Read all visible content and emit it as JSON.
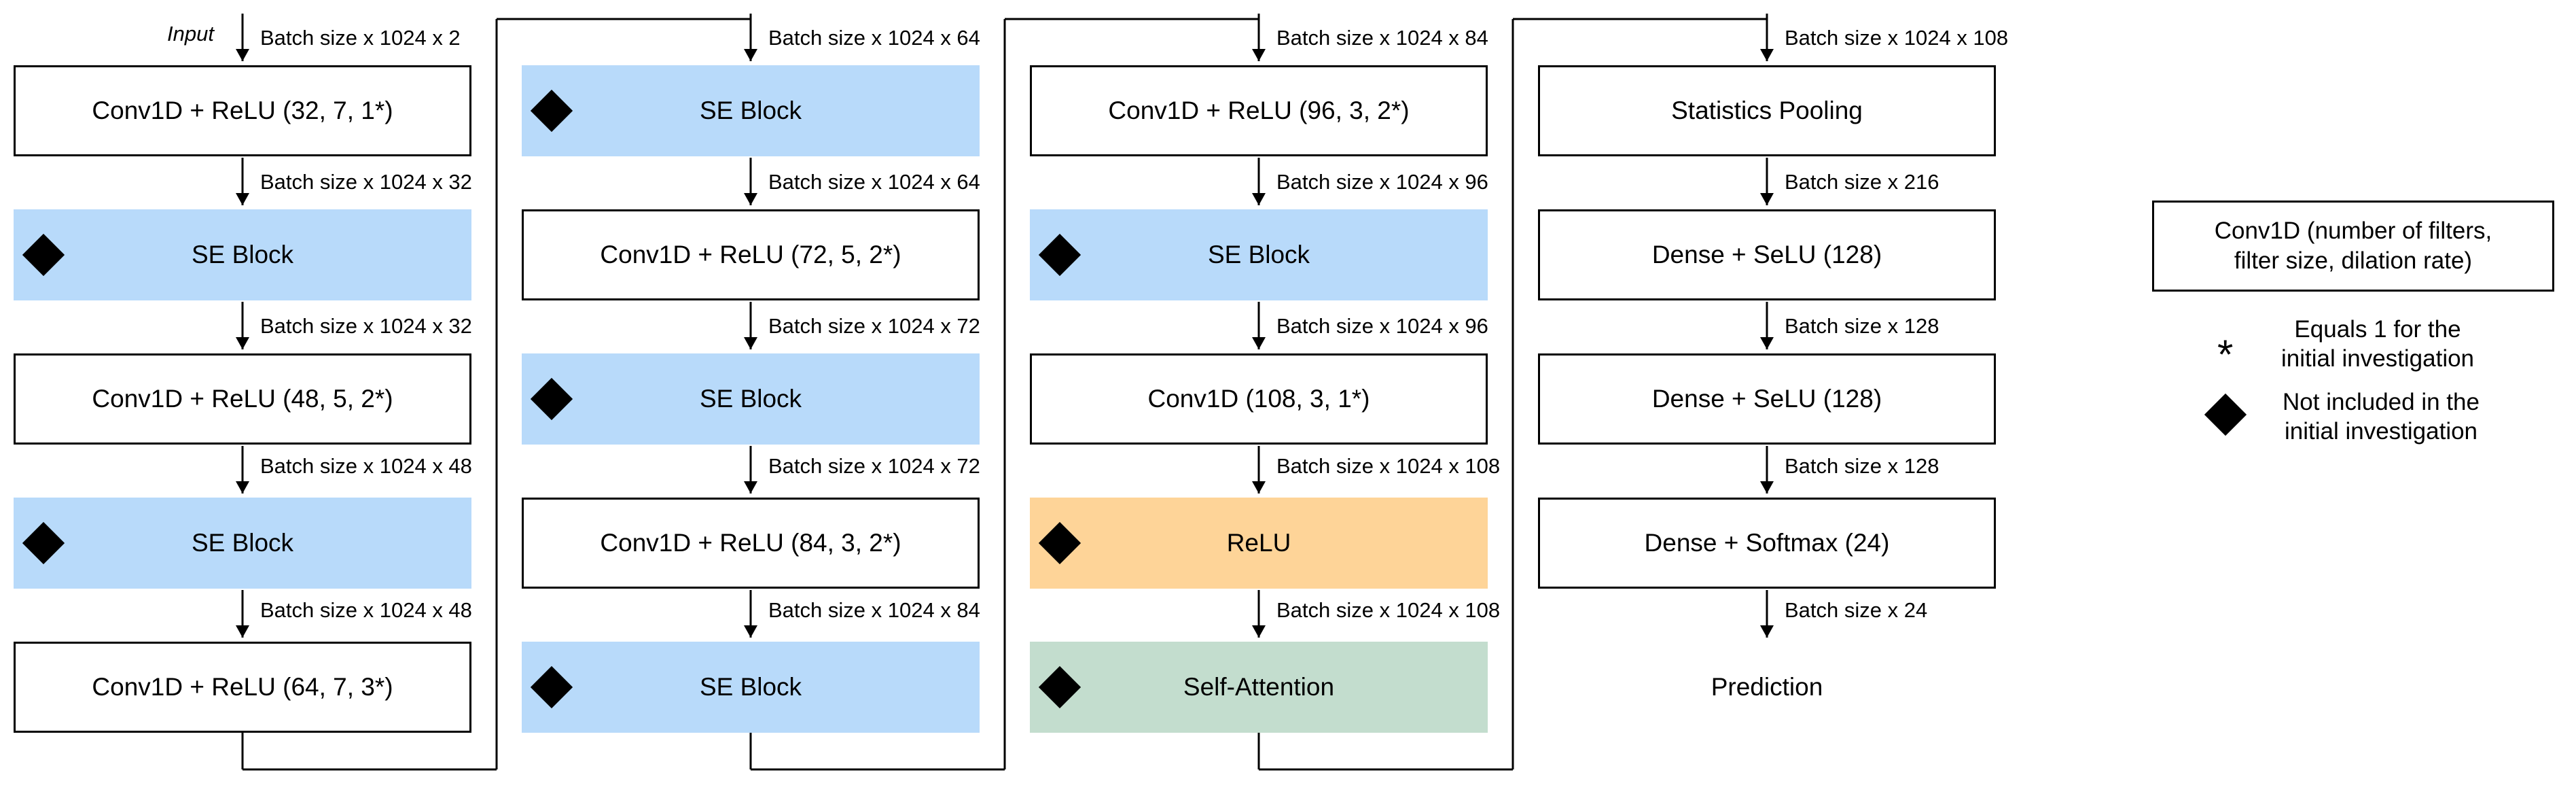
{
  "input_label": "Input",
  "columns": [
    {
      "blocks": [
        {
          "text": "Conv1D + ReLU (32, 7, 1*)",
          "style": "plain",
          "diamond": false
        },
        {
          "text": "SE Block",
          "style": "se",
          "diamond": true
        },
        {
          "text": "Conv1D + ReLU (48, 5, 2*)",
          "style": "plain",
          "diamond": false
        },
        {
          "text": "SE Block",
          "style": "se",
          "diamond": true
        },
        {
          "text": "Conv1D + ReLU (64, 7, 3*)",
          "style": "plain",
          "diamond": false
        }
      ],
      "shapes": [
        "Batch size x 1024 x 2",
        "Batch size x 1024 x 32",
        "Batch size x 1024 x 32",
        "Batch size x 1024 x 48",
        "Batch size x 1024 x 48"
      ]
    },
    {
      "blocks": [
        {
          "text": "SE Block",
          "style": "se",
          "diamond": true
        },
        {
          "text": "Conv1D + ReLU (72, 5, 2*)",
          "style": "plain",
          "diamond": false
        },
        {
          "text": "SE Block",
          "style": "se",
          "diamond": true
        },
        {
          "text": "Conv1D + ReLU (84, 3, 2*)",
          "style": "plain",
          "diamond": false
        },
        {
          "text": "SE Block",
          "style": "se",
          "diamond": true
        }
      ],
      "shapes": [
        "Batch size x 1024 x 64",
        "Batch size x 1024 x 64",
        "Batch size x 1024 x 72",
        "Batch size x 1024 x 72",
        "Batch size x 1024 x 84"
      ]
    },
    {
      "blocks": [
        {
          "text": "Conv1D + ReLU (96, 3, 2*)",
          "style": "plain",
          "diamond": false
        },
        {
          "text": "SE Block",
          "style": "se",
          "diamond": true
        },
        {
          "text": "Conv1D (108, 3, 1*)",
          "style": "plain",
          "diamond": false
        },
        {
          "text": "ReLU",
          "style": "relu",
          "diamond": true
        },
        {
          "text": "Self-Attention",
          "style": "att",
          "diamond": true
        }
      ],
      "shapes": [
        "Batch size x 1024 x 84",
        "Batch size x 1024 x 96",
        "Batch size x 1024 x 96",
        "Batch size x 1024 x 108",
        "Batch size x 1024 x 108"
      ]
    },
    {
      "blocks": [
        {
          "text": "Statistics Pooling",
          "style": "plain",
          "diamond": false
        },
        {
          "text": "Dense + SeLU (128)",
          "style": "plain",
          "diamond": false
        },
        {
          "text": "Dense + SeLU (128)",
          "style": "plain",
          "diamond": false
        },
        {
          "text": "Dense + Softmax (24)",
          "style": "plain",
          "diamond": false
        },
        {
          "text": "Prediction",
          "style": "noborder",
          "diamond": false
        }
      ],
      "shapes": [
        "Batch size x 1024 x 108",
        "Batch size x 216",
        "Batch size x 128",
        "Batch size x 128",
        "Batch size x 24"
      ]
    }
  ],
  "legend": {
    "conv_format": "Conv1D (number of filters,\nfilter size, dilation rate)",
    "star_symbol": "*",
    "star_text": "Equals 1 for the\ninitial investigation",
    "diamond_text": "Not included in the\ninitial investigation"
  },
  "colors": {
    "se_block": "#b8dafa",
    "relu": "#fed498",
    "self_attention": "#c3ddce",
    "line": "#000000"
  }
}
